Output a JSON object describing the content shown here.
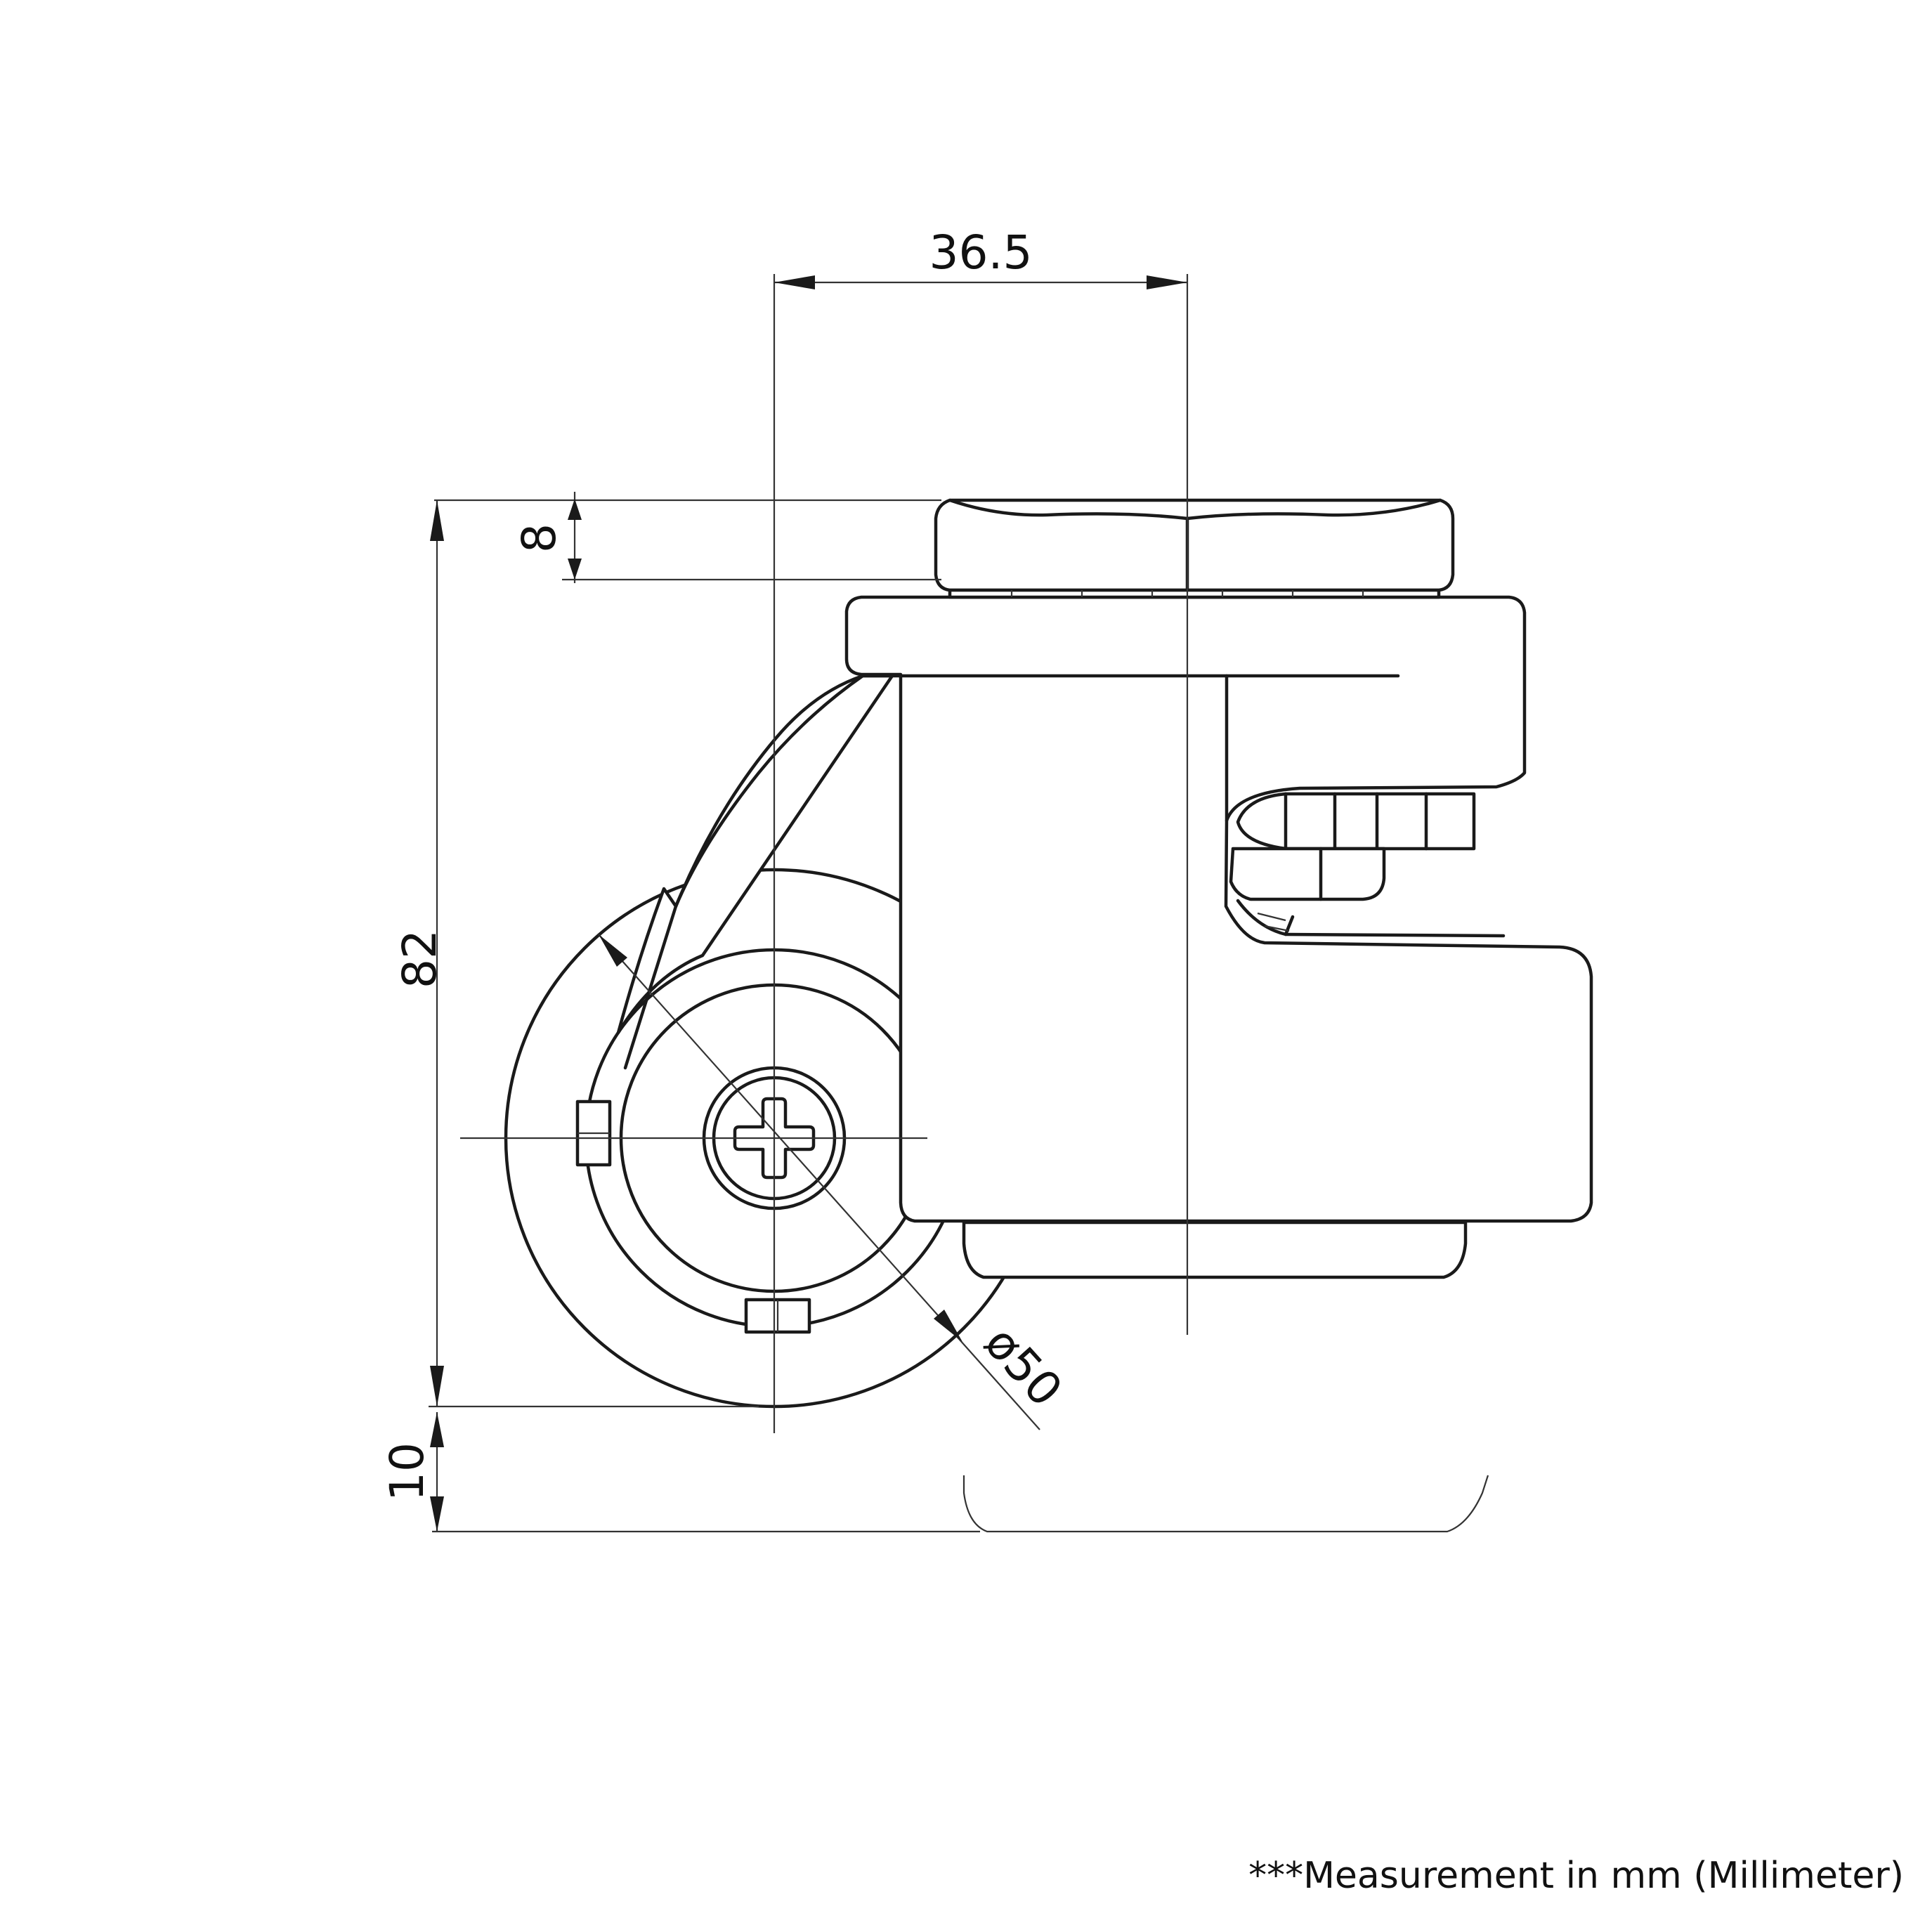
{
  "dimensions": {
    "width_label": "36.5",
    "top_plate_height_label": "8",
    "overall_height_label": "82",
    "wheel_diameter_label": "ø50",
    "bottom_clearance_label": "10"
  },
  "note": "***Measurement in mm (Millimeter)",
  "colors": {
    "line": "#1a1a1a",
    "background": "#ffffff"
  }
}
